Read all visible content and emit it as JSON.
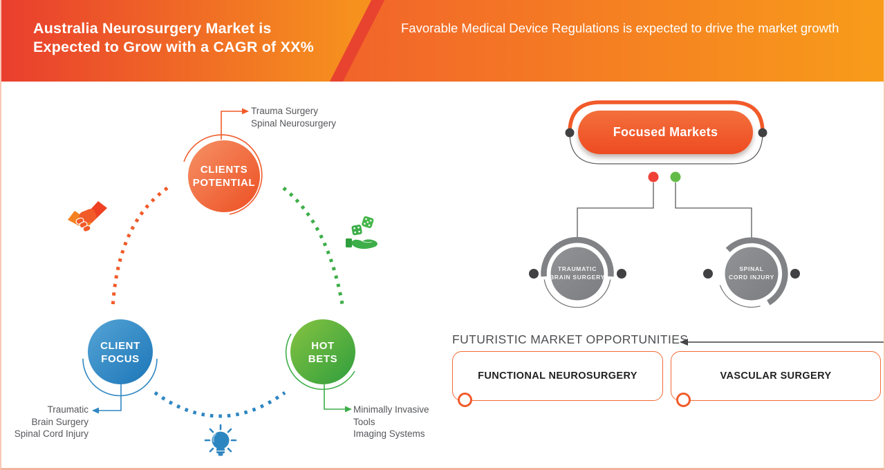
{
  "banner": {
    "title_line1": "Australia Neurosurgery Market is",
    "title_line2": "Expected to Grow with a CAGR of XX%",
    "subtitle": "Favorable Medical Device Regulations is expected to drive the market growth",
    "gradient_left": "#e93e2e",
    "gradient_right": "#f89c1a"
  },
  "cycle": {
    "clients_potential": {
      "label_line1": "CLIENTS",
      "label_line2": "POTENTIAL",
      "color": "#f15a29",
      "icon": "handshake-icon",
      "notes": [
        "Trauma Surgery",
        "Spinal Neurosurgery"
      ]
    },
    "client_focus": {
      "label_line1": "CLIENT",
      "label_line2": "FOCUS",
      "color": "#2e86c1",
      "icon": "lightbulb-icon",
      "notes": [
        "Traumatic",
        "Brain Surgery",
        "Spinal Cord Injury"
      ]
    },
    "hot_bets": {
      "label_line1": "HOT",
      "label_line2": "BETS",
      "color": "#3dae49",
      "icon": "hand-with-dice-icon",
      "notes": [
        "Minimally Invasive",
        "Tools",
        "Imaging Systems"
      ]
    }
  },
  "focused_markets": {
    "title": "Focused Markets",
    "pill_color": "#f05a28",
    "children": [
      {
        "label_line1": "TRAUMATIC",
        "label_line2": "BRAIN SURGERY",
        "dot_color": "#ef4136"
      },
      {
        "label_line1": "SPINAL",
        "label_line2": "CORD INJURY",
        "dot_color": "#62bb46"
      }
    ]
  },
  "opportunities": {
    "title": "FUTURISTIC MARKET OPPORTUNITIES",
    "items": [
      "FUNCTIONAL NEUROSURGERY",
      "VASCULAR SURGERY"
    ],
    "box_border_color": "#f26a36"
  }
}
